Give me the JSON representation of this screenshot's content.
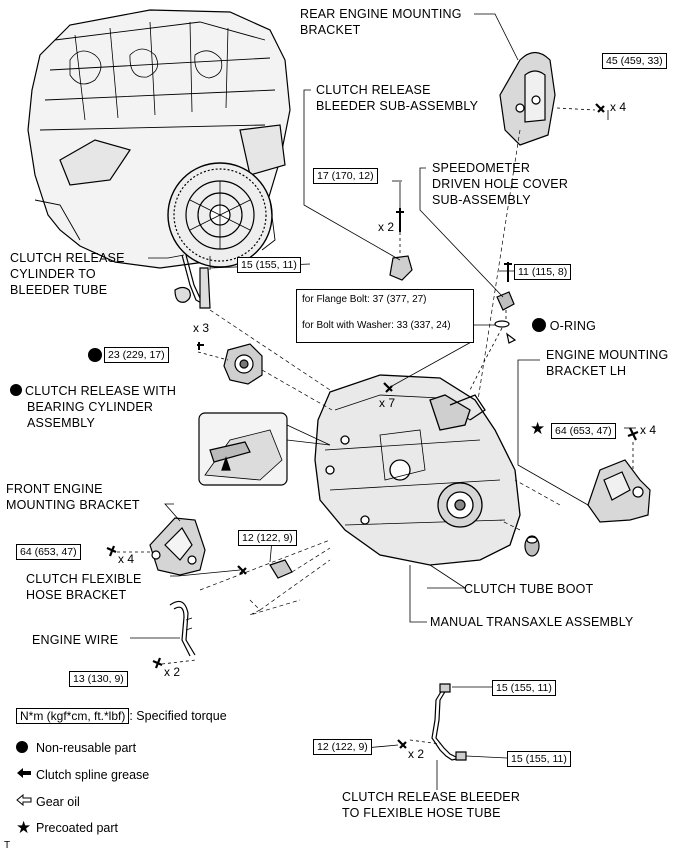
{
  "labels": {
    "rear_bracket": [
      "REAR ENGINE MOUNTING",
      "BRACKET"
    ],
    "bleeder_sub": [
      "CLUTCH RELEASE",
      "BLEEDER SUB-ASSEMBLY"
    ],
    "speedometer": [
      "SPEEDOMETER",
      "DRIVEN HOLE COVER",
      "SUB-ASSEMBLY"
    ],
    "release_cyl_tube": [
      "CLUTCH RELEASE",
      "CYLINDER TO",
      "BLEEDER TUBE"
    ],
    "o_ring": "O-RING",
    "engine_bracket_lh": [
      "ENGINE MOUNTING",
      "BRACKET LH"
    ],
    "release_bearing": [
      "CLUTCH RELEASE WITH",
      "BEARING CYLINDER",
      "ASSEMBLY"
    ],
    "front_bracket": [
      "FRONT ENGINE",
      "MOUNTING BRACKET"
    ],
    "flexible_hose_bracket": [
      "CLUTCH FLEXIBLE",
      "HOSE BRACKET"
    ],
    "tube_boot": "CLUTCH TUBE BOOT",
    "transaxle": "MANUAL TRANSAXLE ASSEMBLY",
    "engine_wire": "ENGINE WIRE",
    "bleeder_hose_tube": [
      "CLUTCH RELEASE BLEEDER",
      "TO FLEXIBLE HOSE TUBE"
    ]
  },
  "torques": {
    "rear_bracket_bolt": "45 (459, 33)",
    "bleeder_bolt": "17 (170, 12)",
    "speedo_bolt": "11 (115, 8)",
    "tube_nut": "15 (155, 11)",
    "release_cyl_bolt": "23 (229, 17)",
    "lh_bracket_bolt": "64 (653, 47)",
    "front_bracket_bolt": "64 (653, 47)",
    "hose_bracket_bolt": "12 (122, 9)",
    "engine_wire_bolt": "13 (130, 9)",
    "bleeder_tube_top": "15 (155, 11)",
    "bleeder_tube_bottom": "15 (155, 11)",
    "bleeder_tube_bracket": "12 (122, 9)",
    "flange_bolt": "for Flange Bolt: 37 (377, 27)",
    "washer_bolt": "for Bolt with Washer: 33 (337, 24)"
  },
  "quantities": {
    "rear": "x 4",
    "bleeder": "x 2",
    "release_cyl": "x 3",
    "transaxle_bolts": "x 7",
    "lh": "x 4",
    "front": "x 4",
    "engine_wire": "x 2",
    "bleeder_tube": "x 2"
  },
  "legend": {
    "torque_box": "N*m (kgf*cm, ft.*lbf)",
    "torque_text": ": Specified torque",
    "non_reusable": "Non-reusable part",
    "spline_grease": "Clutch spline grease",
    "gear_oil": "Gear oil",
    "precoated": "Precoated part"
  },
  "corner_mark": "T"
}
